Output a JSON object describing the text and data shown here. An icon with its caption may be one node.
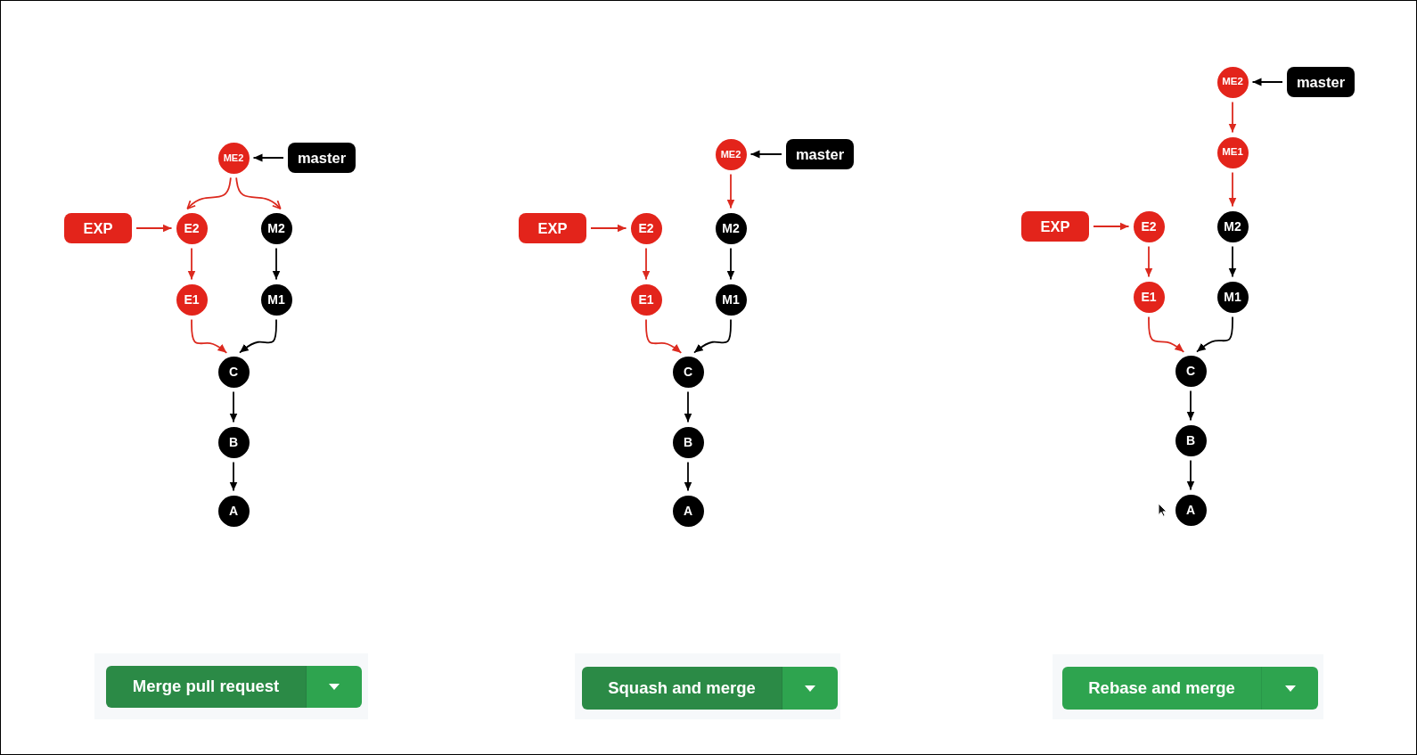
{
  "diagram": {
    "nodes": [
      {
        "text": [
          "ME2"
        ]
      },
      {
        "text": [
          "master"
        ]
      },
      {
        "text": [
          "EXP"
        ]
      },
      {
        "text": [
          "E2"
        ]
      },
      {
        "text": [
          "M2"
        ]
      },
      {
        "text": [
          "E1"
        ]
      },
      {
        "text": [
          "M1"
        ]
      },
      {
        "text": [
          "C"
        ]
      },
      {
        "text": [
          "B"
        ]
      },
      {
        "text": [
          "A"
        ]
      },
      {
        "text": [],
        "shape": "box"
      },
      {
        "text": [
          "Merge pull request"
        ],
        "in": 10
      },
      {
        "text": [
          "ME2"
        ]
      },
      {
        "text": [
          "master"
        ]
      },
      {
        "text": [
          "EXP"
        ]
      },
      {
        "text": [
          "E2"
        ]
      },
      {
        "text": [
          "M2"
        ]
      },
      {
        "text": [
          "E1"
        ]
      },
      {
        "text": [
          "M1"
        ]
      },
      {
        "text": [
          "C"
        ]
      },
      {
        "text": [
          "B"
        ]
      },
      {
        "text": [
          "A"
        ]
      },
      {
        "text": [],
        "shape": "box"
      },
      {
        "text": [
          "Squash and merge"
        ],
        "in": 22
      },
      {
        "text": [
          "ME2"
        ]
      },
      {
        "text": [
          "master"
        ]
      },
      {
        "text": [
          "ME1"
        ]
      },
      {
        "text": [
          "EXP"
        ]
      },
      {
        "text": [
          "E2"
        ]
      },
      {
        "text": [
          "M2"
        ]
      },
      {
        "text": [
          "E1"
        ]
      },
      {
        "text": [
          "M1"
        ]
      },
      {
        "text": [
          "C"
        ]
      },
      {
        "text": [
          "B"
        ]
      },
      {
        "text": [
          "A"
        ]
      },
      {
        "text": [],
        "shape": "box"
      },
      {
        "text": [
          "Rebase and merge"
        ],
        "in": 35
      }
    ],
    "edges": [
      {
        "from": 1,
        "to": 0,
        "arrow": "to"
      },
      {
        "from": 0,
        "to": 3,
        "arrow": "to",
        "color": "#dc2a1f"
      },
      {
        "from": 0,
        "to": 4,
        "arrow": "to",
        "color": "#dc2a1f"
      },
      {
        "from": 2,
        "to": 3,
        "arrow": "to",
        "color": "#dc2a1f"
      },
      {
        "from": 3,
        "to": 5,
        "arrow": "to",
        "color": "#dc2a1f"
      },
      {
        "from": 4,
        "to": 6,
        "arrow": "to"
      },
      {
        "from": 5,
        "to": 7,
        "arrow": "to",
        "color": "#dc2a1f"
      },
      {
        "from": 6,
        "to": 7,
        "arrow": "to"
      },
      {
        "from": 7,
        "to": 8,
        "arrow": "to"
      },
      {
        "from": 8,
        "to": 9,
        "arrow": "to"
      },
      {
        "from": 13,
        "to": 12,
        "arrow": "to"
      },
      {
        "from": 12,
        "to": 16,
        "arrow": "to",
        "color": "#dc2a1f"
      },
      {
        "from": 14,
        "to": 15,
        "arrow": "to",
        "color": "#dc2a1f"
      },
      {
        "from": 15,
        "to": 17,
        "arrow": "to",
        "color": "#dc2a1f"
      },
      {
        "from": 16,
        "to": 18,
        "arrow": "to"
      },
      {
        "from": 17,
        "to": 19,
        "arrow": "to",
        "color": "#dc2a1f"
      },
      {
        "from": 18,
        "to": 19,
        "arrow": "to"
      },
      {
        "from": 19,
        "to": 20,
        "arrow": "to"
      },
      {
        "from": 20,
        "to": 21,
        "arrow": "to"
      },
      {
        "from": 25,
        "to": 24,
        "arrow": "to"
      },
      {
        "from": 24,
        "to": 26,
        "arrow": "to",
        "color": "#dc2a1f"
      },
      {
        "from": 26,
        "to": 29,
        "arrow": "to",
        "color": "#dc2a1f"
      },
      {
        "from": 27,
        "to": 28,
        "arrow": "to",
        "color": "#dc2a1f"
      },
      {
        "from": 28,
        "to": 30,
        "arrow": "to",
        "color": "#dc2a1f"
      },
      {
        "from": 29,
        "to": 31,
        "arrow": "to"
      },
      {
        "from": 30,
        "to": 32,
        "arrow": "to",
        "color": "#dc2a1f"
      },
      {
        "from": 31,
        "to": 32,
        "arrow": "to"
      },
      {
        "from": 32,
        "to": 33,
        "arrow": "to"
      },
      {
        "from": 33,
        "to": 34,
        "arrow": "to"
      }
    ]
  }
}
